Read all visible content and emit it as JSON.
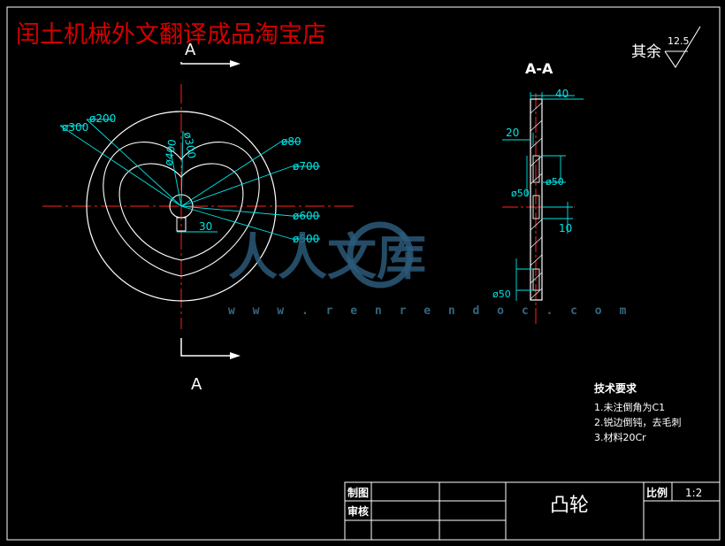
{
  "banner": {
    "shop_name": "闰土机械外文翻译成品淘宝店"
  },
  "section_labels": {
    "top": "A",
    "bottom": "A",
    "view_title": "A-A"
  },
  "roughness": {
    "prefix": "其余",
    "value": "12.5"
  },
  "front_view_dims": {
    "d300_left": "ø300",
    "d200": "ø200",
    "d400": "ø400",
    "d300_top": "ø300",
    "d80": "ø80",
    "d700": "ø700",
    "d600": "ø600",
    "d500": "ø500",
    "width30": "30"
  },
  "section_view_dims": {
    "d40": "40",
    "d20": "20",
    "d50_left": "ø50",
    "d50_right": "ø50",
    "d10": "10",
    "d50_bottom": "ø50"
  },
  "tech_requirements": {
    "title": "技术要求",
    "items": [
      "1.未注倒角为C1",
      "2.锐边倒钝，去毛刺",
      "3.材料20Cr"
    ]
  },
  "title_block": {
    "drawn_label": "制图",
    "checked_label": "审核",
    "part_name": "凸轮",
    "scale_label": "比例",
    "scale_value": "1:2"
  },
  "watermark": {
    "text": "人人文库",
    "url": "w w w . r e n r e n d o c . c o m"
  },
  "colors": {
    "outline": "#ffffff",
    "dimension": "#00e5e5",
    "centerline": "#ff2020",
    "banner": "#d40000"
  }
}
